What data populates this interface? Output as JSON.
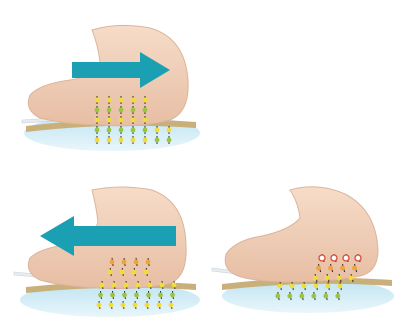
{
  "colors": {
    "background": "#ffffff",
    "skin": "#f1d3bd",
    "skin_shadow": "#d9b09a",
    "surface_top": "#c9b07a",
    "surface_water": "#bde3f1",
    "arrow": "#1b9fb2",
    "dot_green": "#9cc440",
    "dot_yellow": "#f2dc3a",
    "dot_orange": "#f2a23a",
    "dot_red_ring": "#d84b37",
    "dot_stem": "#2c2c2c"
  },
  "panels": [
    {
      "id": "top-left",
      "arrow_direction": "right",
      "state": "static-friction"
    },
    {
      "id": "bottom-left",
      "arrow_direction": "left",
      "state": "shear"
    },
    {
      "id": "bottom-right",
      "arrow_direction": "none",
      "state": "stretched"
    }
  ]
}
